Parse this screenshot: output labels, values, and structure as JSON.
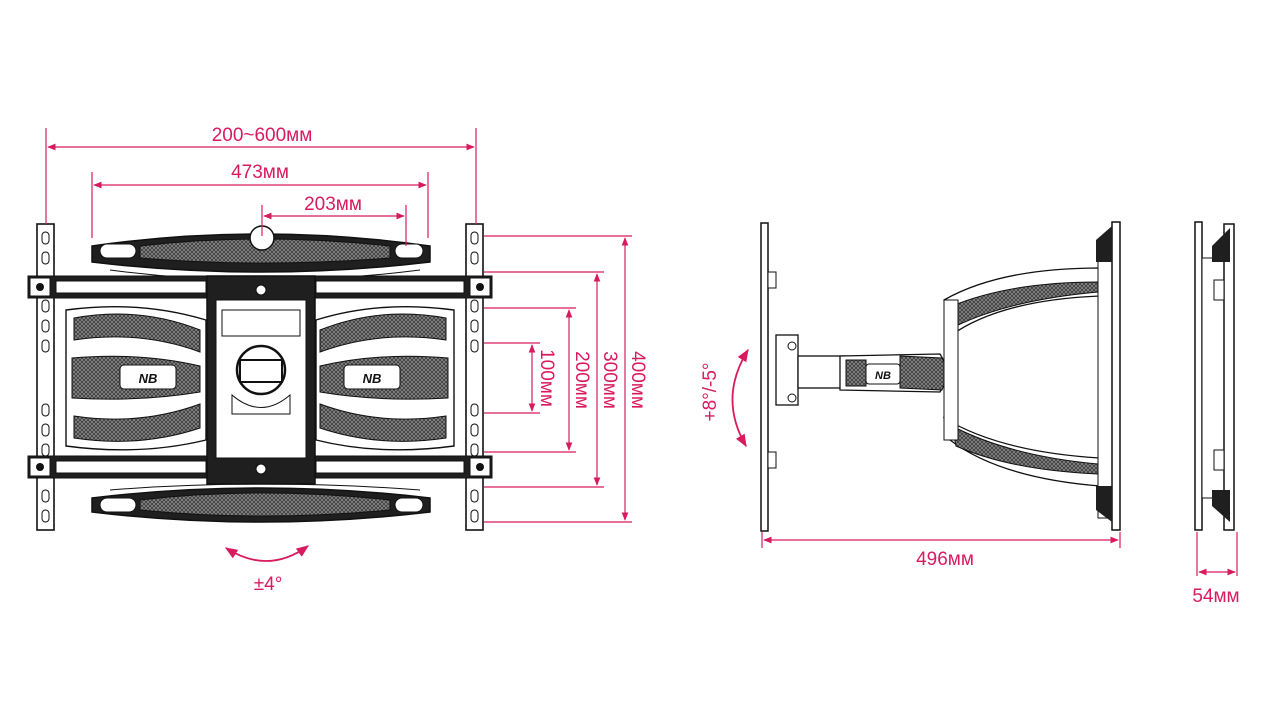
{
  "colors": {
    "dimension": "#d81b5e",
    "outline": "#1a1a1a",
    "dark_fill": "#2b2b2b",
    "mesh": "#6e6e6e",
    "light_fill": "#f2f2f2"
  },
  "front_view": {
    "width_range": "200~600мм",
    "arm_span": "473мм",
    "center_span": "203мм",
    "vesa_heights": [
      "100мм",
      "200мм",
      "300мм",
      "400мм"
    ],
    "swivel": "±4°",
    "brand_mark": "NB"
  },
  "side_view": {
    "tilt": "+8°/-5°",
    "extension": "496мм",
    "brand_mark": "NB"
  },
  "profile_view": {
    "depth": "54мм"
  }
}
